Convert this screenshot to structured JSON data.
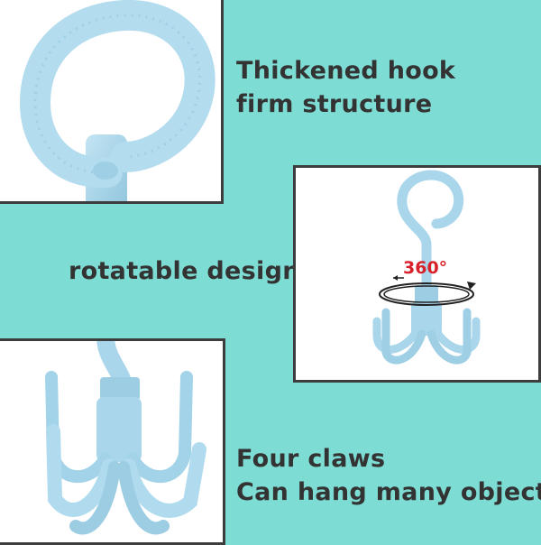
{
  "captions": {
    "hook_line1": "Thickened hook",
    "hook_line2": "firm structure",
    "rotation": "rotatable design",
    "claws_line1": "Four claws",
    "claws_line2": "Can hang many objects"
  },
  "rotation_label": "360°",
  "colors": {
    "background": "#7ddcd3",
    "product": "#a9d6ea",
    "caption_text": "#333333",
    "rotation_label": "#d8202a"
  }
}
